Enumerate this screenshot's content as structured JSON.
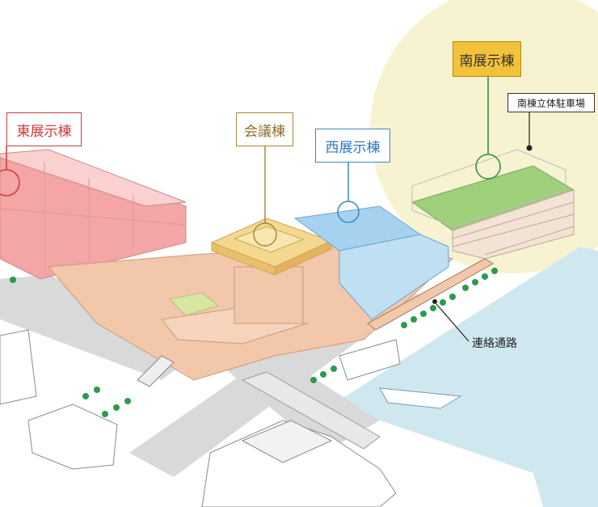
{
  "labels": {
    "east_hall": "東展示棟",
    "conference": "会議棟",
    "west_hall": "西展示棟",
    "south_hall": "南展示棟",
    "south_parking": "南棟立体駐車場",
    "corridor": "連絡通路"
  },
  "colors": {
    "east_hall": "#cf3b3b",
    "conference": "#a8883a",
    "west_hall": "#3f86c4",
    "south_hall_fill": "#f2c23a",
    "south_highlight": "#f7f3d0",
    "water": "#cfe8f0",
    "road": "#d6d6d6",
    "plaza": "#f3c7a9",
    "tree": "#2e9a4c"
  }
}
